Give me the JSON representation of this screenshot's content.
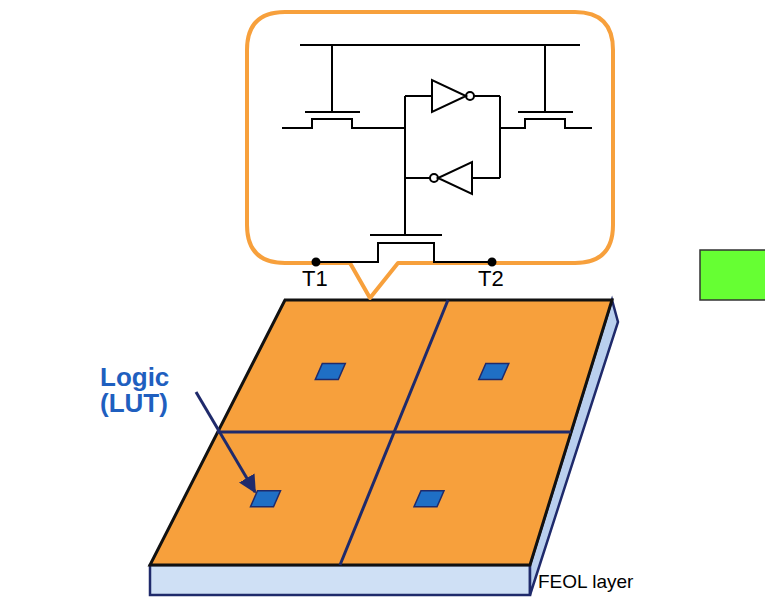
{
  "diagram": {
    "labels": [
      "T1",
      "T2",
      "Logic (LUT)",
      "FEOL layer"
    ]
  }
}
